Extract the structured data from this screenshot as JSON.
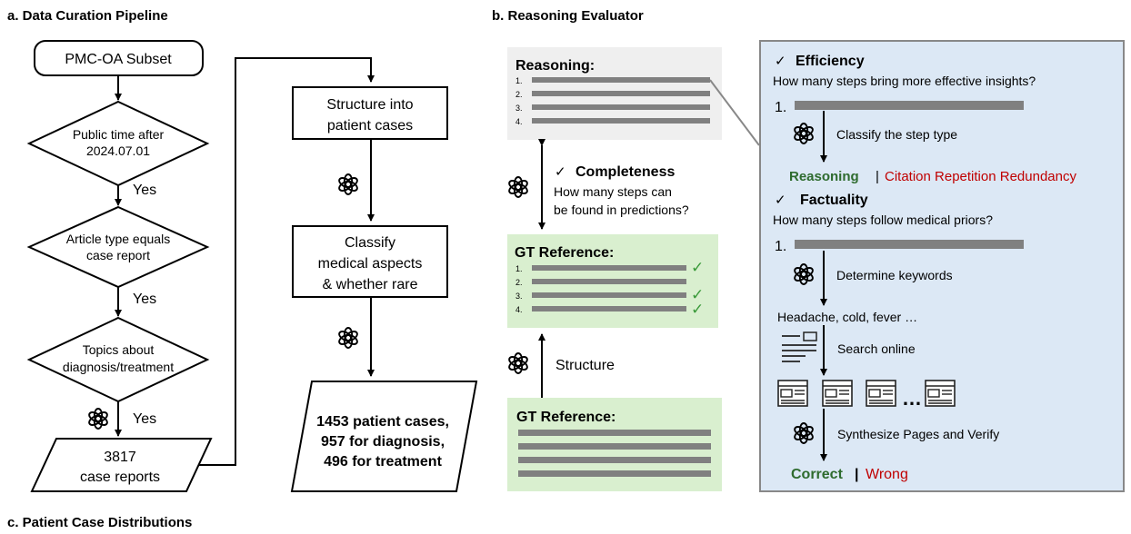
{
  "panel_a": {
    "title": "a. Data Curation Pipeline",
    "start": "PMC-OA Subset",
    "decision1": [
      "Public time after",
      "2024.07.01"
    ],
    "decision2": [
      "Article type equals",
      "case report"
    ],
    "decision3": [
      "Topics about",
      "diagnosis/treatment"
    ],
    "yes_label": "Yes",
    "reports": [
      "3817",
      "case reports"
    ],
    "structure_box": [
      "Structure into",
      "patient cases"
    ],
    "classify_box": [
      "Classify",
      "medical aspects",
      "& whether rare"
    ],
    "output": [
      "1453 patient cases,",
      "957 for diagnosis,",
      "496 for treatment"
    ]
  },
  "panel_b": {
    "title": "b. Reasoning Evaluator",
    "reasoning_title": "Reasoning:",
    "step_numbers": [
      "1.",
      "2.",
      "3.",
      "4."
    ],
    "gt_title": "GT Reference:",
    "check": "✓",
    "completeness_title": "Completeness",
    "completeness_q": [
      "How many steps can",
      "be found in predictions?"
    ],
    "structure_label": "Structure",
    "efficiency_title": "Efficiency",
    "efficiency_q": "How many steps bring more effective insights?",
    "step_one": "1.",
    "classify_step": "Classify the step type",
    "reasoning_label": "Reasoning",
    "separator": "|",
    "other_labels": "Citation Repetition Redundancy",
    "factuality_title": "Factuality",
    "factuality_q": "How many steps follow medical priors?",
    "determine": "Determine keywords",
    "keywords": "Headache, cold, fever …",
    "search": "Search online",
    "ellipsis": "…",
    "synthesize": "Synthesize Pages and Verify",
    "correct": "Correct",
    "wrong": "Wrong"
  },
  "panel_c": {
    "title": "c. Patient Case Distributions"
  },
  "colors": {
    "gray_bar": "#808080",
    "reasoning_bg": "#efefef",
    "gt_bg": "#d9efcf",
    "evaluator_bg": "#dce8f5",
    "green_text": "#2e6b2e",
    "red_text": "#c00000",
    "check_green": "#3a9a3a"
  }
}
